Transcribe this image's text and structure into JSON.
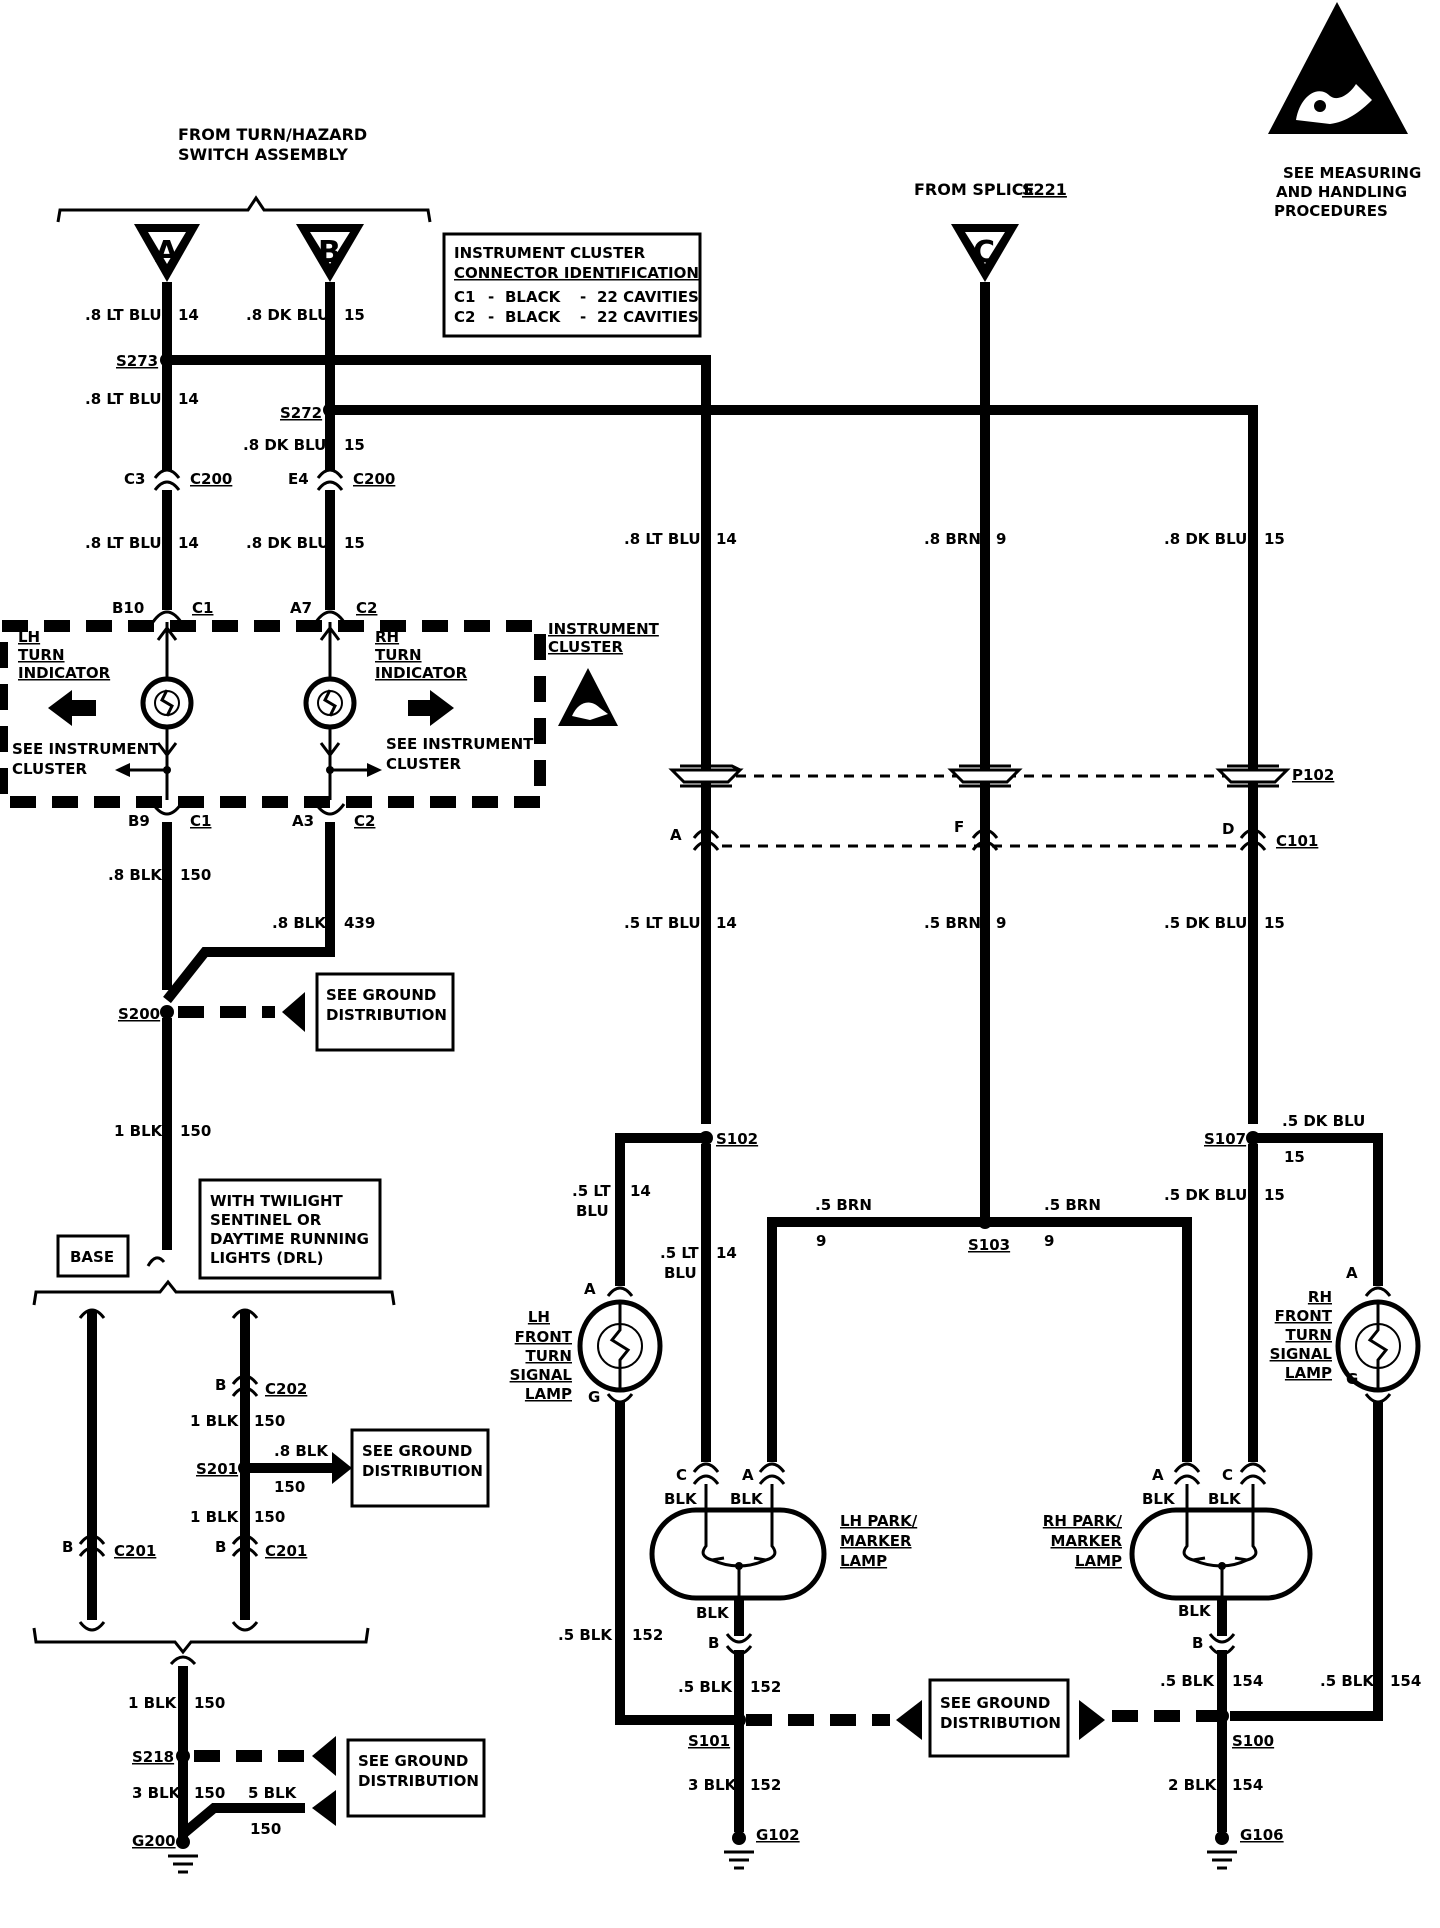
{
  "header": {
    "from_turn_hazard": [
      "FROM TURN/HAZARD",
      "SWITCH ASSEMBLY"
    ],
    "from_splice": "FROM SPLICE",
    "from_splice_id": "S221",
    "measuring_note": [
      "SEE MEASURING",
      "AND HANDLING",
      "PROCEDURES"
    ]
  },
  "terminals": {
    "a": "A",
    "b": "B",
    "c": "C"
  },
  "connector_id_box": {
    "title": [
      "INSTRUMENT CLUSTER",
      "CONNECTOR IDENTIFICATION"
    ],
    "row1": [
      "C1",
      "-",
      "BLACK",
      "-",
      "22 CAVITIES"
    ],
    "row2": [
      "C2",
      "-",
      "BLACK",
      "-",
      "22 CAVITIES"
    ]
  },
  "wires": {
    "lt_blu_08": ".8 LT BLU",
    "dk_blu_08": ".8 DK BLU",
    "brn_08": ".8 BRN",
    "lt_blu_05": ".5 LT BLU",
    "brn_05": ".5 BRN",
    "dk_blu_05": ".5 DK BLU",
    "blk_08": ".8 BLK",
    "blk_1": "1 BLK",
    "blk_3": "3 BLK",
    "blk_5": "5 BLK",
    "blk_05": ".5 BLK",
    "blk_2": "2 BLK",
    "blk": "BLK",
    "lt_5": ".5 LT",
    "blu": "BLU",
    "n14": "14",
    "n15": "15",
    "n9": "9",
    "n150": "150",
    "n439": "439",
    "n152": "152",
    "n154": "154"
  },
  "splices": {
    "s273": "S273",
    "s272": "S272",
    "s200": "S200",
    "s201": "S201",
    "s218": "S218",
    "s102": "S102",
    "s103": "S103",
    "s107": "S107",
    "s101": "S101",
    "s100": "S100"
  },
  "grounds": {
    "g200": "G200",
    "g102": "G102",
    "g106": "G106"
  },
  "connectors": {
    "c3": "C3",
    "e4": "E4",
    "c200": "C200",
    "b10": "B10",
    "a7": "A7",
    "c1": "C1",
    "c2": "C2",
    "b9": "B9",
    "a3": "A3",
    "p102": "P102",
    "c101": "C101",
    "c202": "C202",
    "c201": "C201",
    "pin_a": "A",
    "pin_b": "B",
    "pin_c": "C",
    "pin_d": "D",
    "pin_f": "F",
    "pin_g": "G"
  },
  "cluster": {
    "name": [
      "INSTRUMENT",
      "CLUSTER"
    ],
    "lh": [
      "LH",
      "TURN",
      "INDICATOR"
    ],
    "rh": [
      "RH",
      "TURN",
      "INDICATOR"
    ],
    "see_lh": [
      "SEE INSTRUMENT",
      "CLUSTER"
    ],
    "see_rh": [
      "SEE INSTRUMENT",
      "CLUSTER"
    ]
  },
  "notes": {
    "ground": [
      "SEE GROUND",
      "DISTRIBUTION"
    ],
    "twilight": [
      "WITH TWILIGHT",
      "SENTINEL OR",
      "DAYTIME RUNNING",
      "LIGHTS (DRL)"
    ],
    "base": "BASE"
  },
  "lamps": {
    "lh_front": [
      "LH",
      "FRONT",
      "TURN",
      "SIGNAL",
      "LAMP"
    ],
    "rh_front": [
      "RH",
      "FRONT",
      "TURN",
      "SIGNAL",
      "LAMP"
    ],
    "lh_park": [
      "LH PARK/",
      "MARKER",
      "LAMP"
    ],
    "rh_park": [
      "RH PARK/",
      "MARKER",
      "LAMP"
    ]
  }
}
